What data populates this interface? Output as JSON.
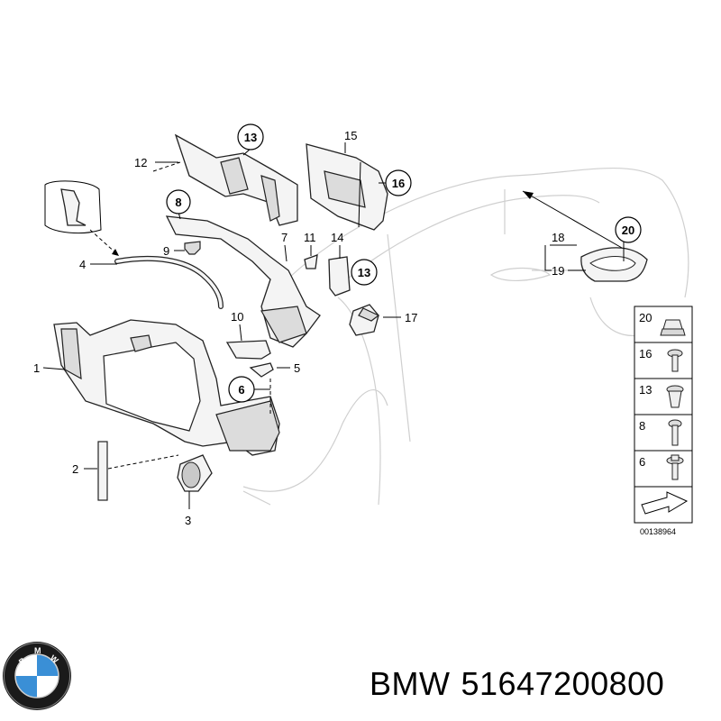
{
  "callouts": {
    "c1": "1",
    "c2": "2",
    "c3": "3",
    "c4": "4",
    "c5": "5",
    "c6": "6",
    "c7": "7",
    "c8": "8",
    "c9": "9",
    "c10": "10",
    "c11": "11",
    "c12": "12",
    "c13a": "13",
    "c13b": "13",
    "c14": "14",
    "c15": "15",
    "c16": "16",
    "c17": "17",
    "c18": "18",
    "c19": "19",
    "c20": "20"
  },
  "legend": {
    "items": [
      "20",
      "16",
      "13",
      "8",
      "6"
    ],
    "reference": "00138964"
  },
  "caption": {
    "brand": "BMW",
    "part_number": "51647200800"
  },
  "logo": {
    "letters": "BMW"
  },
  "colors": {
    "line": "#000000",
    "ghost_outline": "#cfcfcf",
    "logo_blue": "#3a8fd6",
    "logo_ring": "#1a1a1a"
  }
}
